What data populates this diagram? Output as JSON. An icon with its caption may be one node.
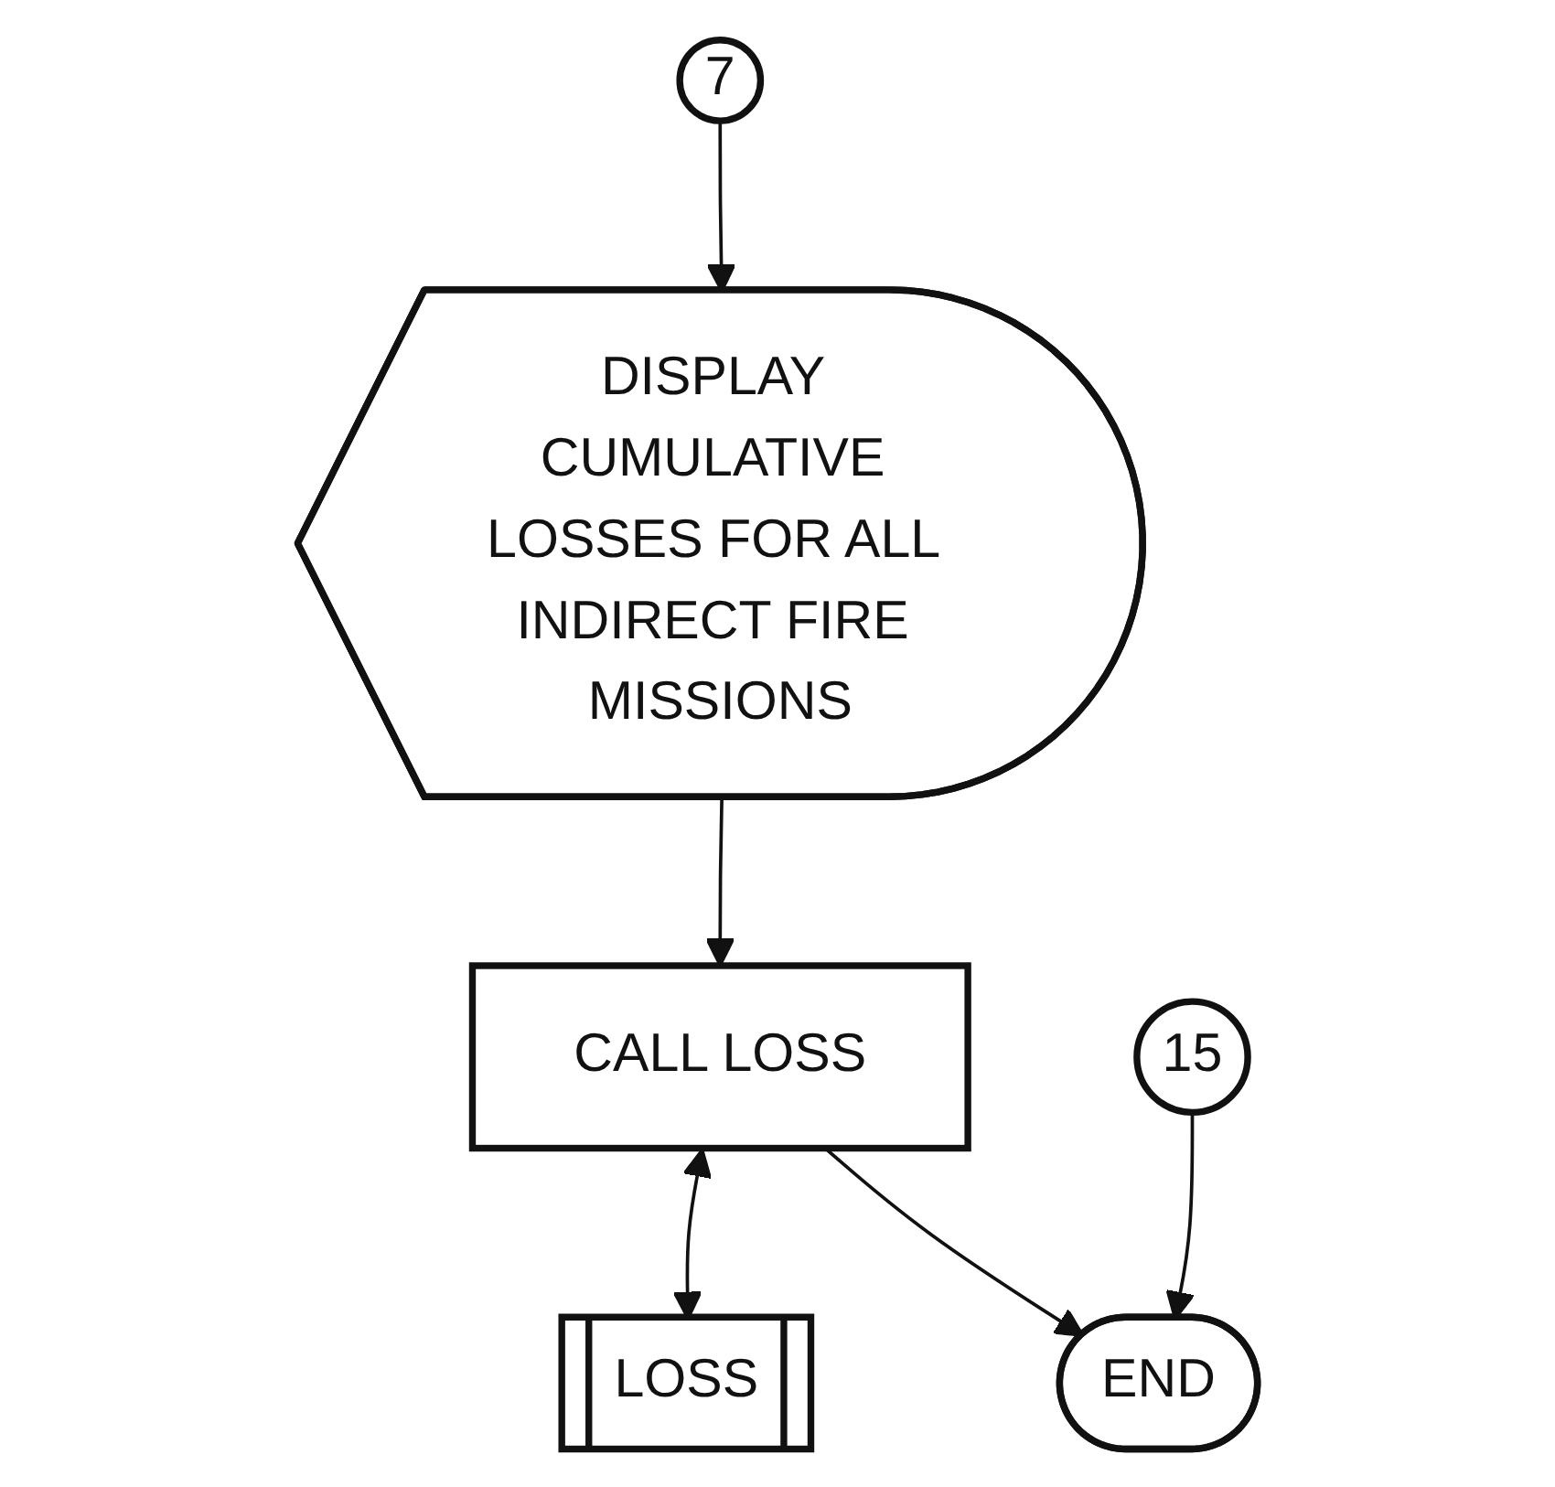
{
  "diagram": {
    "nodes": [
      {
        "text": [
          "7"
        ]
      },
      {
        "text": [
          "DISPLAY CUMULATIVE LOSSES FOR ALL INDIRECT FIRE MISSIONS"
        ]
      },
      {
        "text": [
          "CALL LOSS"
        ]
      },
      {
        "text": [
          "LOSS"
        ]
      },
      {
        "text": [
          "15"
        ]
      },
      {
        "text": [
          "END"
        ]
      }
    ],
    "edges": [
      {
        "from": 0,
        "to": 1,
        "arrow": "to"
      },
      {
        "from": 1,
        "to": 2,
        "arrow": "to"
      },
      {
        "from": 2,
        "to": 3,
        "arrow": "both"
      },
      {
        "from": 2,
        "to": 5,
        "arrow": "to"
      },
      {
        "from": 4,
        "to": 5,
        "arrow": "to"
      }
    ]
  }
}
